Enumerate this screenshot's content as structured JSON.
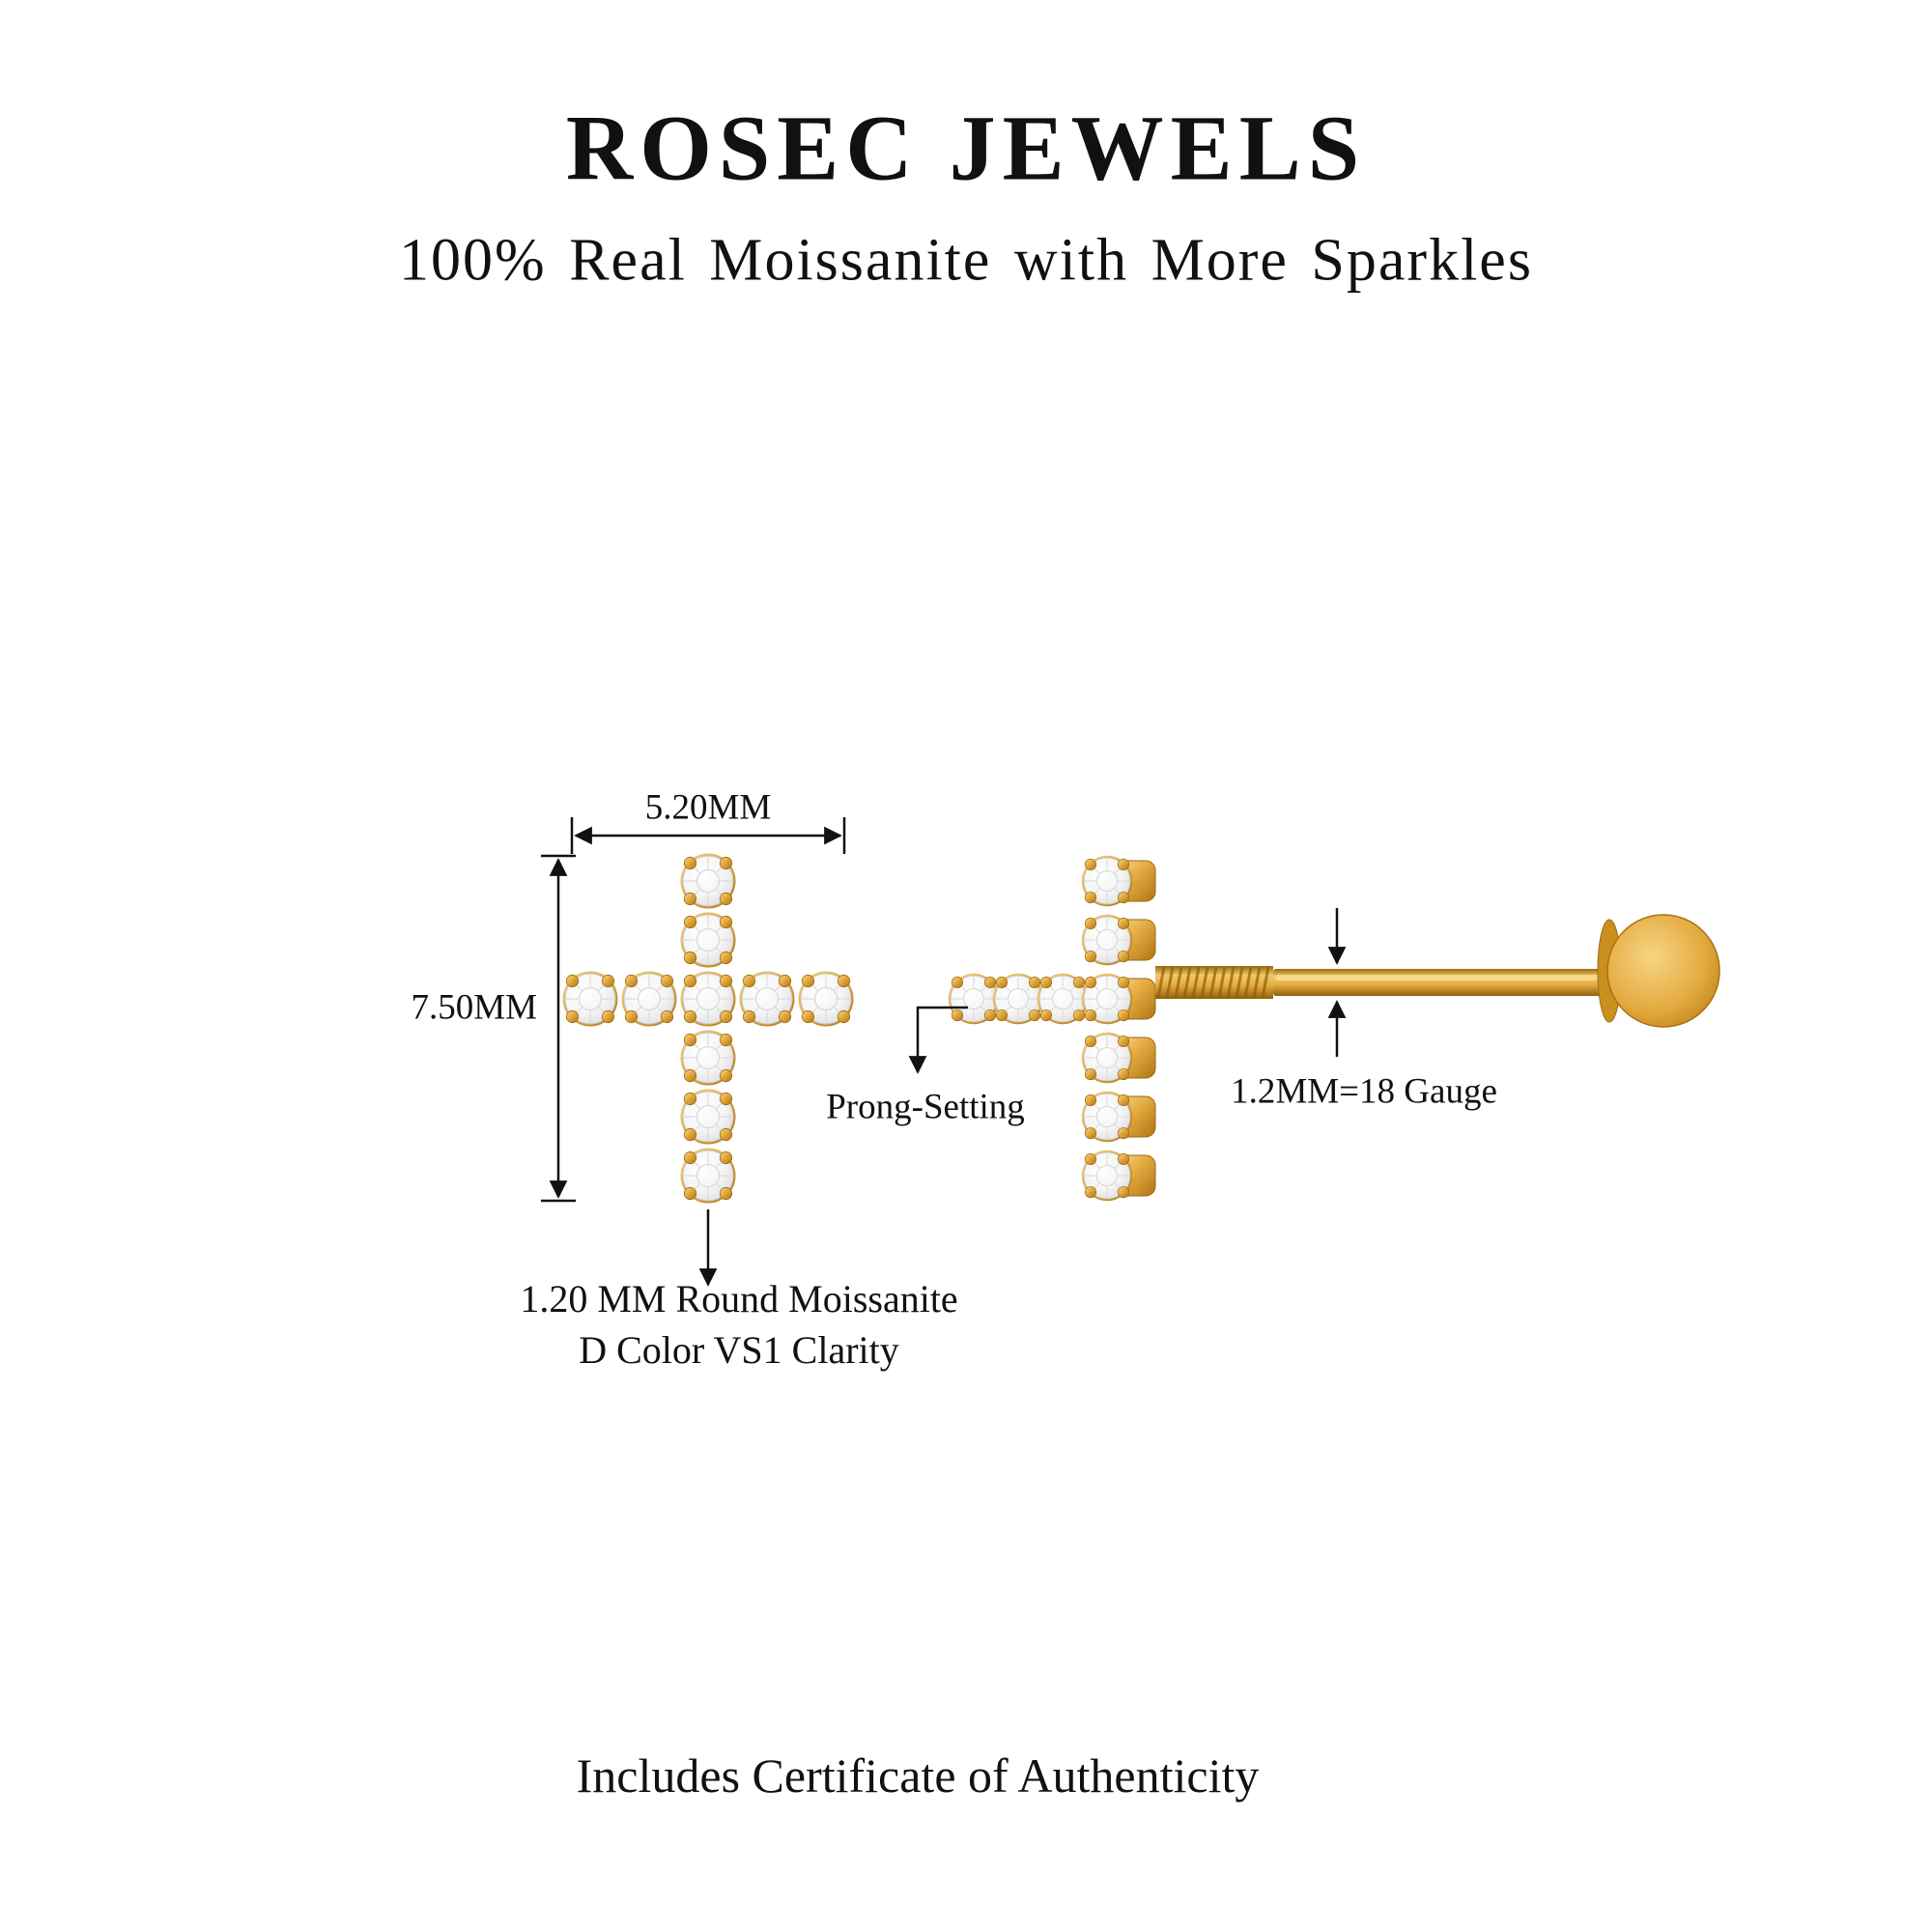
{
  "brand": {
    "title": "ROSEC JEWELS",
    "subtitle": "100% Real Moissanite with More Sparkles"
  },
  "diagram": {
    "width_label": "5.20MM",
    "height_label": "7.50MM",
    "prong_label": "Prong-Setting",
    "gauge_label": "1.2MM=18 Gauge",
    "stone_note_line1": "1.20 MM Round Moissanite",
    "stone_note_line2": "D Color VS1 Clarity"
  },
  "footer": {
    "certificate": "Includes Certificate of Authenticity"
  },
  "icons": {
    "width_dimension": "double-headed-horizontal-arrow",
    "height_dimension": "double-headed-vertical-arrow",
    "stone_pointer": "down-arrow",
    "prong_pointer": "elbow-down-arrow",
    "gauge_pointer": "opposing-vertical-arrows"
  },
  "colors": {
    "gold": "#E2A93F",
    "gold_dark": "#A06A12",
    "stone": "#FFFFFF",
    "text": "#111111",
    "background": "#FFFFFF"
  }
}
